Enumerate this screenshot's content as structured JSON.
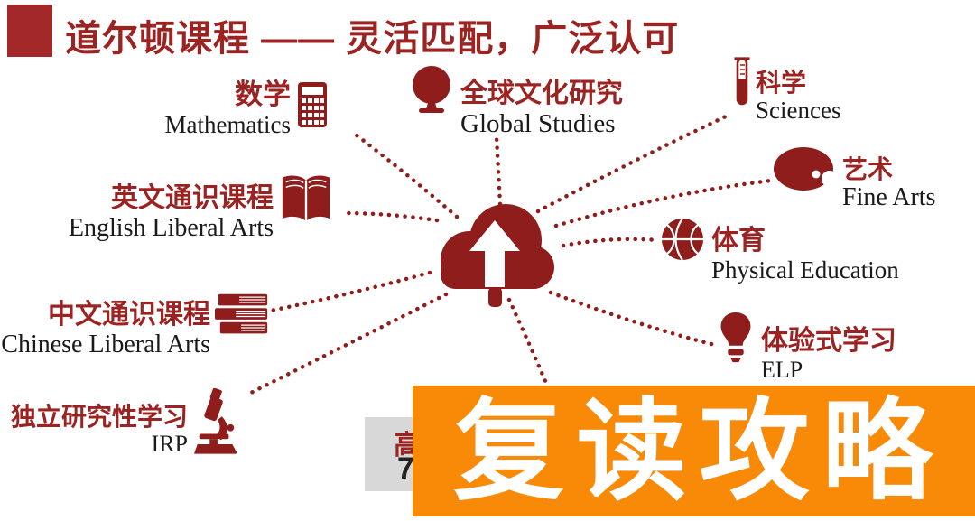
{
  "title": {
    "text": "道尔顿课程 —— 灵活匹配，广泛认可"
  },
  "colors": {
    "primary_red": "#8F1D1B",
    "title_red": "#9B2423",
    "header_square": "#A3282A",
    "banner_orange": "#F88A08",
    "banner_text": "#FFFFFF",
    "english_label": "#1A1A1A",
    "gray_box": "#D8D8D8"
  },
  "center": {
    "icon": "cloud-upload-icon"
  },
  "subjects": [
    {
      "id": "mathematics",
      "zh": "数学",
      "en": "Mathematics",
      "icon": "calculator-icon"
    },
    {
      "id": "global-studies",
      "zh": "全球文化研究",
      "en": "Global Studies",
      "icon": "globe-icon"
    },
    {
      "id": "sciences",
      "zh": "科学",
      "en": "Sciences",
      "icon": "test-tube-icon"
    },
    {
      "id": "english-liberal-arts",
      "zh": "英文通识课程",
      "en": "English Liberal Arts",
      "icon": "open-book-icon"
    },
    {
      "id": "fine-arts",
      "zh": "艺术",
      "en": "Fine Arts",
      "icon": "palette-icon"
    },
    {
      "id": "physical-education",
      "zh": "体育",
      "en": "Physical Education",
      "icon": "basketball-icon"
    },
    {
      "id": "chinese-liberal-arts",
      "zh": "中文通识课程",
      "en": "Chinese Liberal Arts",
      "icon": "books-stack-icon"
    },
    {
      "id": "elp",
      "zh": "体验式学习",
      "en": "ELP",
      "icon": "lightbulb-icon"
    },
    {
      "id": "irp",
      "zh": "独立研究性学习",
      "en": "IRP",
      "icon": "microscope-icon"
    }
  ],
  "overlay_banner": {
    "text": "复读攻略"
  },
  "partial_box": {
    "line1": "高",
    "line2": "7"
  }
}
